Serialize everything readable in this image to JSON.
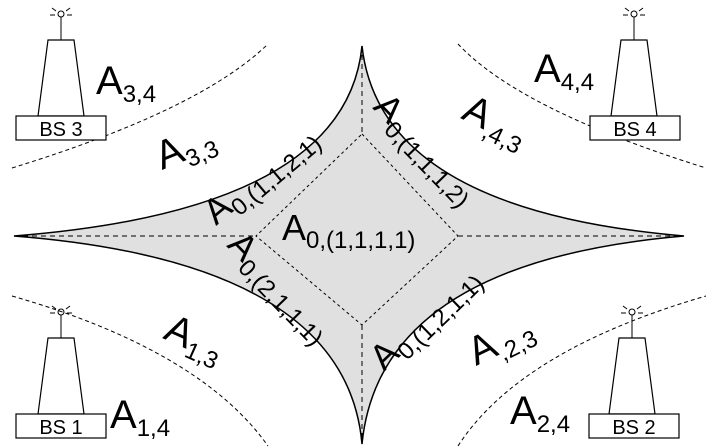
{
  "diagram": {
    "stations": [
      {
        "id": "bs3",
        "label": "BS 3"
      },
      {
        "id": "bs4",
        "label": "BS 4"
      },
      {
        "id": "bs1",
        "label": "BS 1"
      },
      {
        "id": "bs2",
        "label": "BS 2"
      }
    ],
    "regions": {
      "a34": {
        "main": "A",
        "sub": "3,4"
      },
      "a44": {
        "main": "A",
        "sub": "4,4"
      },
      "a33": {
        "main": "A",
        "sub": "3,3"
      },
      "a43": {
        "main": "A",
        "sub": ",4,3"
      },
      "a13": {
        "main": "A",
        "sub": "1,3"
      },
      "a14": {
        "main": "A",
        "sub": "1,4"
      },
      "a23": {
        "main": "A",
        "sub": ",2,3"
      },
      "a24": {
        "main": "A",
        "sub": "2,4"
      },
      "center": {
        "main": "A",
        "sub": "0,(1,1,1,1)"
      },
      "upper_left": {
        "main": "A",
        "sub": "0,(1,1,2,1)"
      },
      "upper_right": {
        "main": "A",
        "sub": "0,(1,1,1,2)"
      },
      "lower_left": {
        "main": "A",
        "sub": "0,(2,1,1,1)"
      },
      "lower_right": {
        "main": "A",
        "sub": "0,(1,2,1,1)"
      }
    },
    "colors": {
      "shaded": "#e0e0e0",
      "line": "#000000"
    }
  }
}
